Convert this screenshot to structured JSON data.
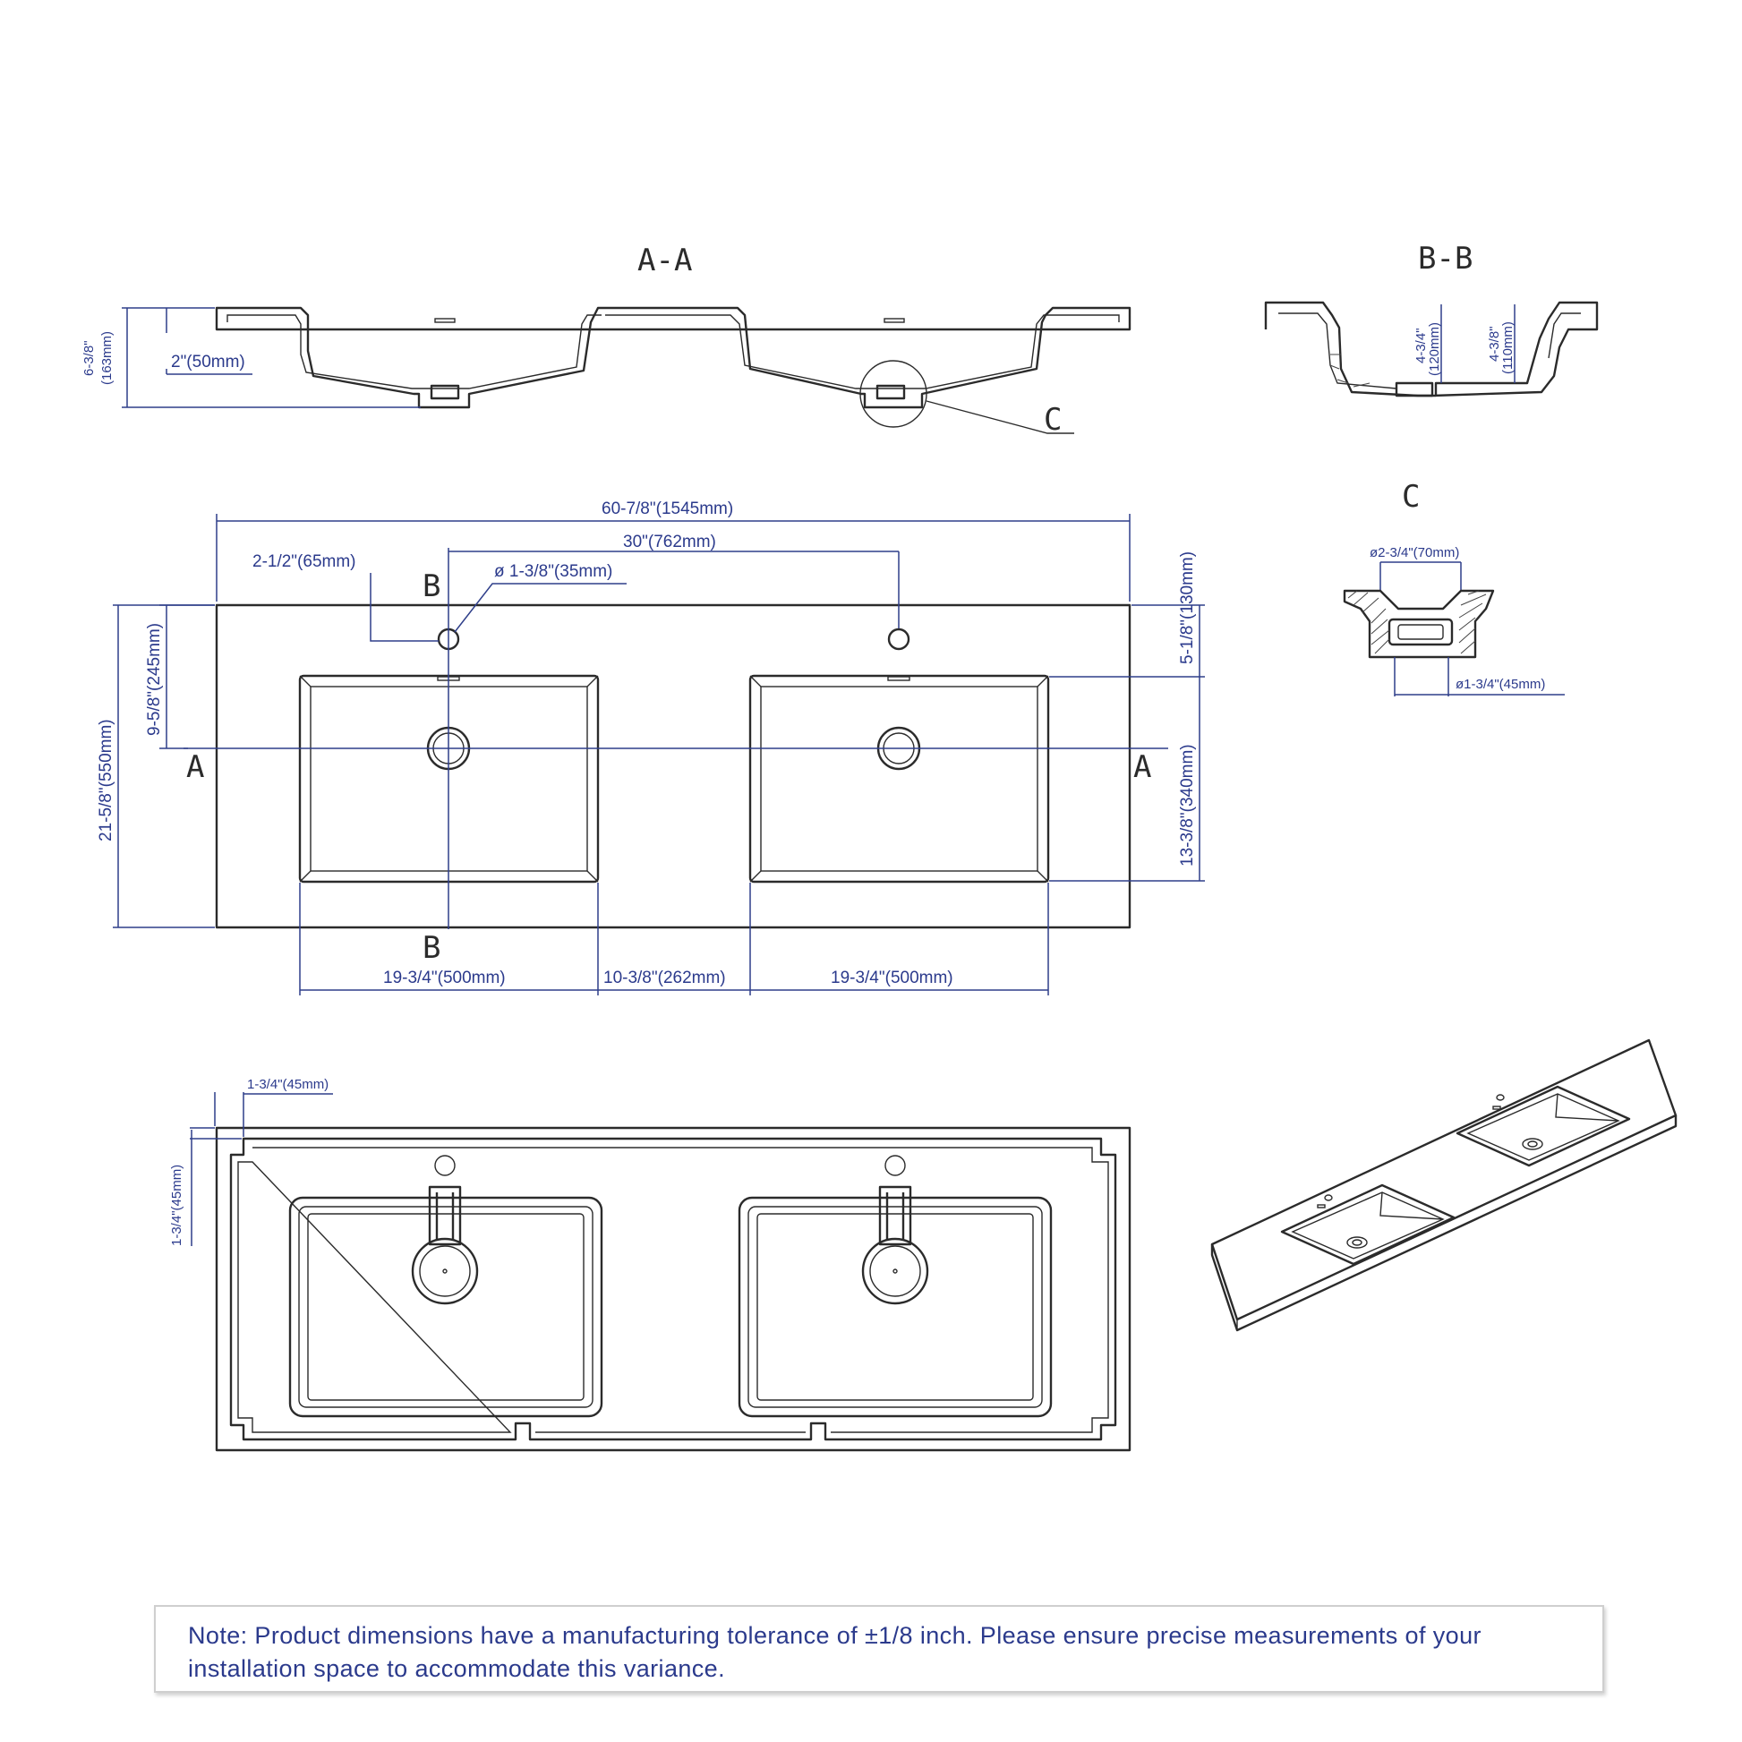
{
  "sections": {
    "aa": "A-A",
    "bb": "B-B",
    "c_detail": "C",
    "c_callout": "C",
    "a_left": "A",
    "a_right": "A",
    "b_top": "B",
    "b_bottom": "B"
  },
  "dimensions": {
    "height_total": "6-3/8\"(163mm)",
    "height_total_a": "6-3/8\"",
    "height_total_b": "(163mm)",
    "depth_2": "2\"(50mm)",
    "bb_depth_1a": "4-3/4\"",
    "bb_depth_1b": "(120mm)",
    "bb_depth_2a": "4-3/8\"",
    "bb_depth_2b": "(110mm)",
    "overall_width": "60-7/8\"(1545mm)",
    "faucet_spacing": "30\"(762mm)",
    "faucet_offset": "2-1/2\"(65mm)",
    "faucet_hole": "ø 1-3/8\"(35mm)",
    "depth_to_drain": "9-5/8\"(245mm)",
    "overall_depth": "21-5/8\"(550mm)",
    "faucet_to_basin": "5-1/8\"(130mm)",
    "basin_depth": "13-3/8\"(340mm)",
    "basin_width_left": "19-3/4\"(500mm)",
    "basin_gap": "10-3/8\"(262mm)",
    "basin_width_right": "19-3/4\"(500mm)",
    "drain_outer": "ø2-3/4\"(70mm)",
    "drain_inner": "ø1-3/4\"(45mm)",
    "rim_offset_x": "1-3/4\"(45mm)",
    "rim_offset_y": "1-3/4\"(45mm)"
  },
  "note": {
    "text": "Note: Product dimensions have a manufacturing tolerance of ±1/8 inch. Please ensure precise measurements of your installation space to accommodate this variance."
  }
}
